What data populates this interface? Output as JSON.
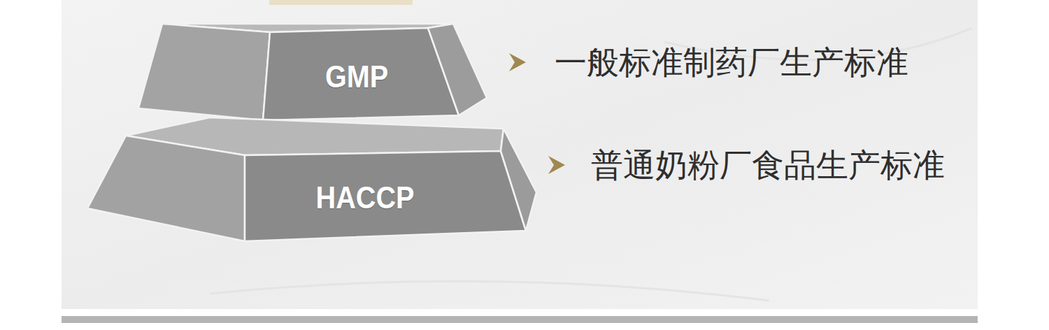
{
  "diagram": {
    "nodes": [
      {
        "text": [
          "GMP"
        ]
      },
      {
        "text": [
          "HACCP"
        ]
      }
    ],
    "labels": [
      "一般标准制药厂生产标准",
      "普通奶粉厂食品生产标准"
    ]
  }
}
